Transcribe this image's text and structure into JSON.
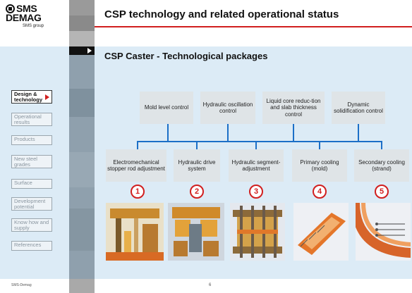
{
  "logo": {
    "line1": "SMS",
    "line2": "DEMAG",
    "line3": "SMS group"
  },
  "header": {
    "title": "CSP technology and related operational status"
  },
  "section": {
    "title": "CSP Caster - Technological packages"
  },
  "menu": [
    {
      "label": "Design & technology",
      "active": true
    },
    {
      "label": "Operational results",
      "active": false
    },
    {
      "label": "Products",
      "active": false
    },
    {
      "label": "New steel grades",
      "active": false
    },
    {
      "label": "Surface",
      "active": false
    },
    {
      "label": "Development potential",
      "active": false
    },
    {
      "label": "Know how and supply",
      "active": false
    },
    {
      "label": "References",
      "active": false
    }
  ],
  "top_boxes": [
    {
      "label": "Mold level control"
    },
    {
      "label": "Hydraulic oscillation control"
    },
    {
      "label": "Liquid core reduc-tion and slab thickness control"
    },
    {
      "label": "Dynamic solidification control"
    }
  ],
  "packages": [
    {
      "label": "Electromechanical stopper rod adjustment",
      "number": "1"
    },
    {
      "label": "Hydraulic drive system",
      "number": "2"
    },
    {
      "label": "Hydraulic segment-adjustment",
      "number": "3"
    },
    {
      "label": "Primary cooling (mold)",
      "number": "4"
    },
    {
      "label": "Secondary cooling (strand)",
      "number": "5"
    }
  ],
  "footer": {
    "text": "SMS-Demag",
    "page": "6"
  },
  "colors": {
    "accent_red": "#d11f1f",
    "connector_blue": "#1c6fc7",
    "panel_blue": "#dcebf6"
  }
}
